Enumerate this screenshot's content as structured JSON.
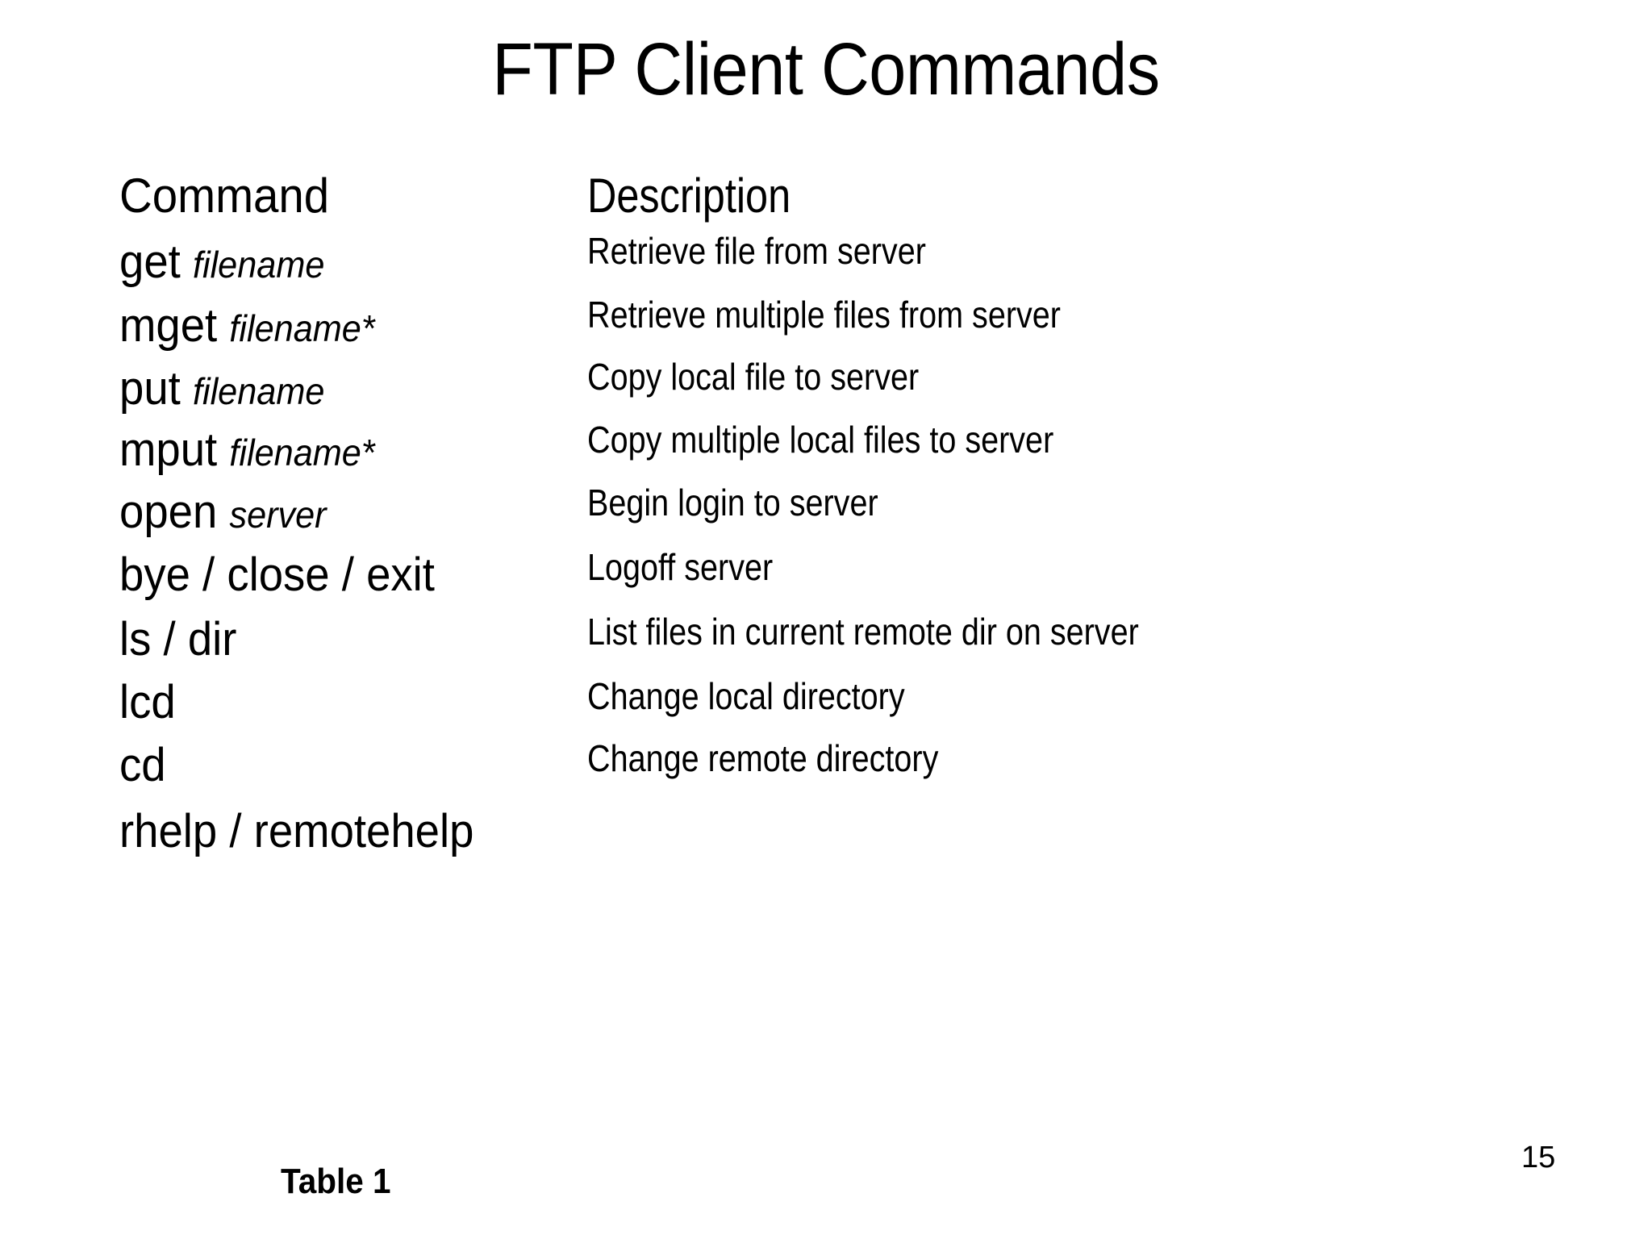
{
  "slide": {
    "title": "FTP Client Commands",
    "page_number": "15",
    "caption": "Table 1"
  },
  "table": {
    "headers": {
      "command": "Command",
      "description": "Description"
    },
    "rows": [
      {
        "cmd": "get",
        "arg": "filename",
        "description": "Retrieve file from server"
      },
      {
        "cmd": "mget",
        "arg": "filename*",
        "description": "Retrieve multiple files from server"
      },
      {
        "cmd": "put",
        "arg": "filename",
        "description": "Copy local file to server"
      },
      {
        "cmd": "mput",
        "arg": "filename*",
        "description": "Copy multiple local files to server"
      },
      {
        "cmd": "open",
        "arg": "server",
        "description": "Begin login to server"
      },
      {
        "cmd": "bye / close / exit",
        "arg": "",
        "description": "Logoff server"
      },
      {
        "cmd": "ls / dir",
        "arg": "",
        "description": "List files in current remote dir on server"
      },
      {
        "cmd": "lcd",
        "arg": "",
        "description": "Change local directory"
      },
      {
        "cmd": "cd",
        "arg": "",
        "description": "Change remote directory"
      },
      {
        "cmd": "rhelp / remotehelp",
        "arg": "",
        "description": ""
      }
    ]
  },
  "layout": {
    "command_tops": [
      296,
      375,
      453,
      529,
      606,
      684,
      764,
      842,
      920,
      1002
    ],
    "description_tops": [
      288,
      367,
      444,
      522,
      600,
      680,
      760,
      840,
      917,
      0
    ],
    "text_color": "#000000",
    "background": "#ffffff"
  }
}
